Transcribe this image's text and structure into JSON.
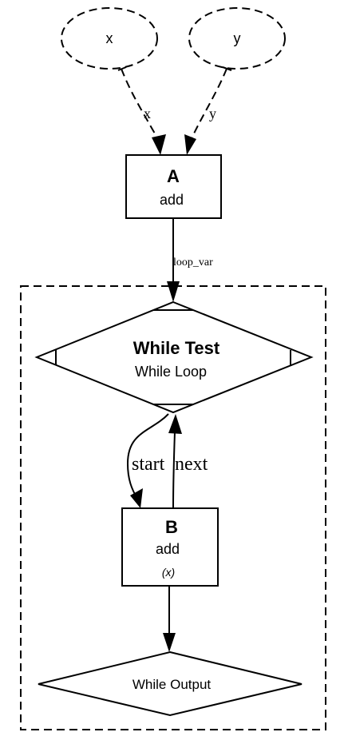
{
  "inputs": {
    "x": {
      "label": "x",
      "edge_label": "x"
    },
    "y": {
      "label": "y",
      "edge_label": "y"
    }
  },
  "node_a": {
    "title": "A",
    "subtitle": "add"
  },
  "edge_a_to_loop": {
    "label": "loop_var"
  },
  "while_test": {
    "title": "While Test",
    "subtitle": "While Loop"
  },
  "loop_edges": {
    "start_label": "start",
    "next_label": "next"
  },
  "node_b": {
    "title": "B",
    "subtitle": "add",
    "note": "(x)"
  },
  "while_output": {
    "label": "While Output"
  }
}
